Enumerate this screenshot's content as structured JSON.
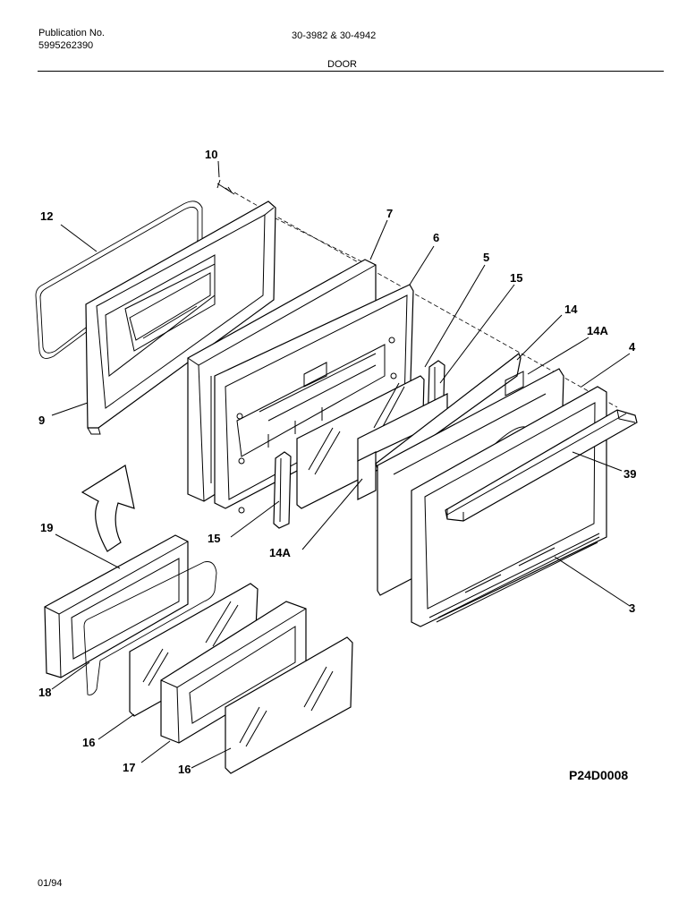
{
  "header": {
    "publication_label": "Publication No.",
    "publication_number": "5995262390",
    "models": "30-3982 & 30-4942",
    "section_title": "DOOR"
  },
  "reference_code": "P24D0008",
  "date": "01/94",
  "callouts": {
    "c10": "10",
    "c12": "12",
    "c7": "7",
    "c6": "6",
    "c5": "5",
    "c15a": "15",
    "c14": "14",
    "c14a_top": "14A",
    "c4": "4",
    "c9": "9",
    "c39": "39",
    "c15b": "15",
    "c14a_bottom": "14A",
    "c3": "3",
    "c19": "19",
    "c18": "18",
    "c16a": "16",
    "c17": "17",
    "c16b": "16"
  }
}
